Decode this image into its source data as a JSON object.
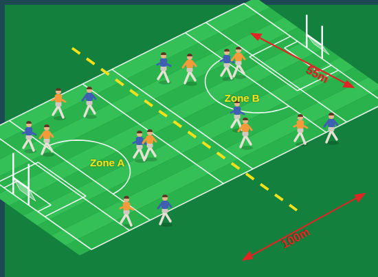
{
  "diagram": {
    "labels": [
      "Zone B",
      "55m",
      "Zone A",
      "100m"
    ]
  }
}
